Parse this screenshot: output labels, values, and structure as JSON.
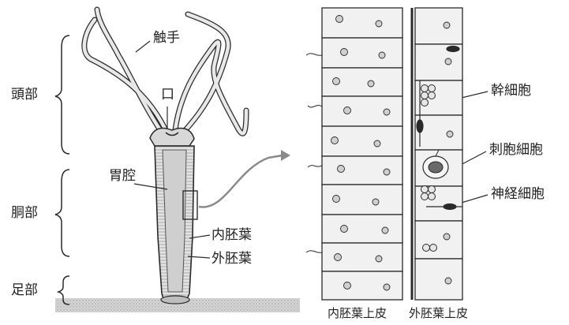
{
  "figure": {
    "region_labels": {
      "head": "頭部",
      "trunk": "胴部",
      "foot": "足部"
    },
    "parts": {
      "tentacle": "触手",
      "mouth": "口",
      "gastric_cavity": "胃腔",
      "endoderm": "内胚葉",
      "ectoderm": "外胚葉"
    },
    "cell_labels": {
      "stem_cell": "幹細胞",
      "cnidocyte": "刺胞細胞",
      "nerve_cell": "神経細胞"
    },
    "layer_captions": {
      "endodermal_epithelium": "内胚葉上皮",
      "ectodermal_epithelium": "外胚葉上皮"
    },
    "colors": {
      "ink": "#2a2a2a",
      "body_fill": "#d4d4d4",
      "ground": "#c8c8c8",
      "arrow": "#8a8a8a",
      "cell_fill": "#f1f1f1"
    }
  }
}
